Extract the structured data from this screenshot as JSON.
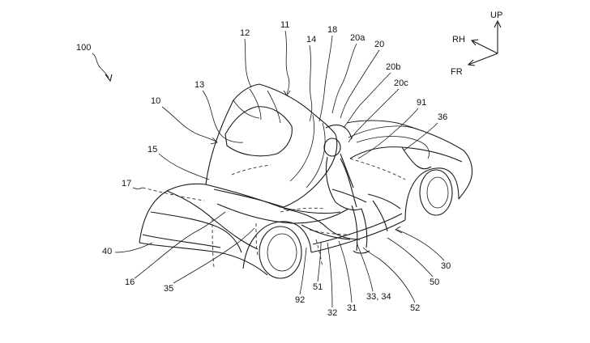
{
  "figure": {
    "ref_main": "100",
    "labels": {
      "l11": "11",
      "l12": "12",
      "l13": "13",
      "l10": "10",
      "l14": "14",
      "l18": "18",
      "l20a": "20a",
      "l20": "20",
      "l20b": "20b",
      "l20c": "20c",
      "l91": "91",
      "l36": "36",
      "l15": "15",
      "l17": "17",
      "l40": "40",
      "l16": "16",
      "l35": "35",
      "l92": "92",
      "l51": "51",
      "l32": "32",
      "l31": "31",
      "l3334": "33, 34",
      "l52": "52",
      "l50": "50",
      "l30": "30"
    },
    "axes": {
      "up": "UP",
      "rh": "RH",
      "fr": "FR"
    }
  }
}
